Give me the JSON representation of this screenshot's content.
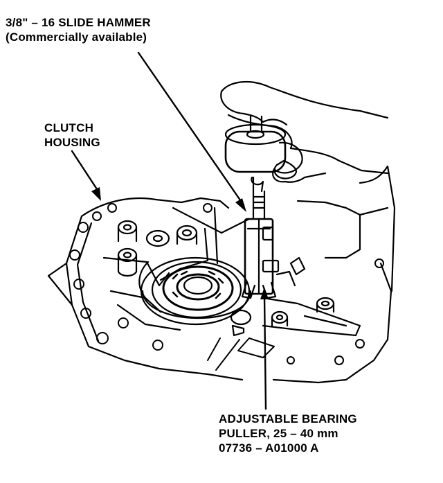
{
  "labels": {
    "slide_hammer": {
      "line1": "3/8\" – 16 SLIDE HAMMER",
      "line2": "(Commercially available)"
    },
    "clutch_housing": {
      "line1": "CLUTCH",
      "line2": "HOUSING"
    },
    "bearing_puller": {
      "line1": "ADJUSTABLE BEARING",
      "line2": "PULLER, 25 – 40 mm",
      "line3": "07736 – A01000 A"
    }
  },
  "colors": {
    "ink": "#000000",
    "paper": "#ffffff"
  }
}
